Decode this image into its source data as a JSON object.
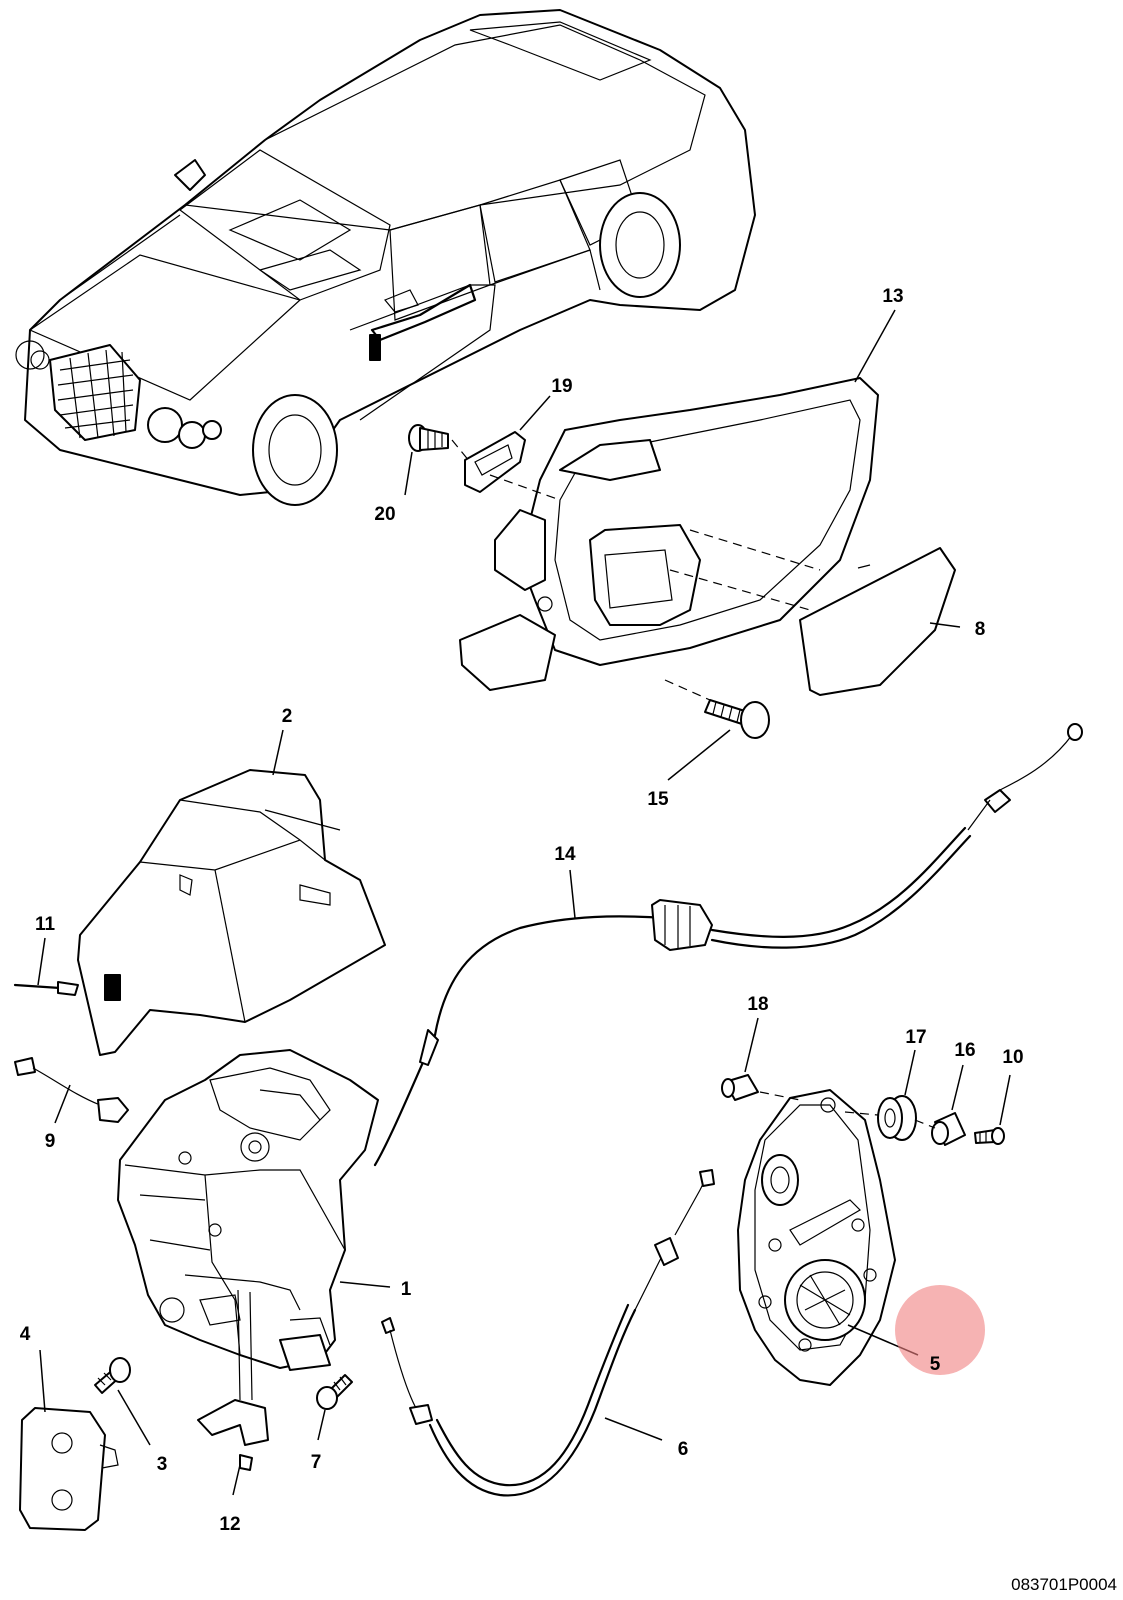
{
  "drawing_number": "083701P0004",
  "highlight_color": "#f08080",
  "callouts": {
    "c1": "1",
    "c2": "2",
    "c3": "3",
    "c4": "4",
    "c5": "5",
    "c6": "6",
    "c7": "7",
    "c8": "8",
    "c9": "9",
    "c10": "10",
    "c11": "11",
    "c12": "12",
    "c13": "13",
    "c14": "14",
    "c15": "15",
    "c16": "16",
    "c17": "17",
    "c18": "18",
    "c19": "19",
    "c20": "20"
  }
}
